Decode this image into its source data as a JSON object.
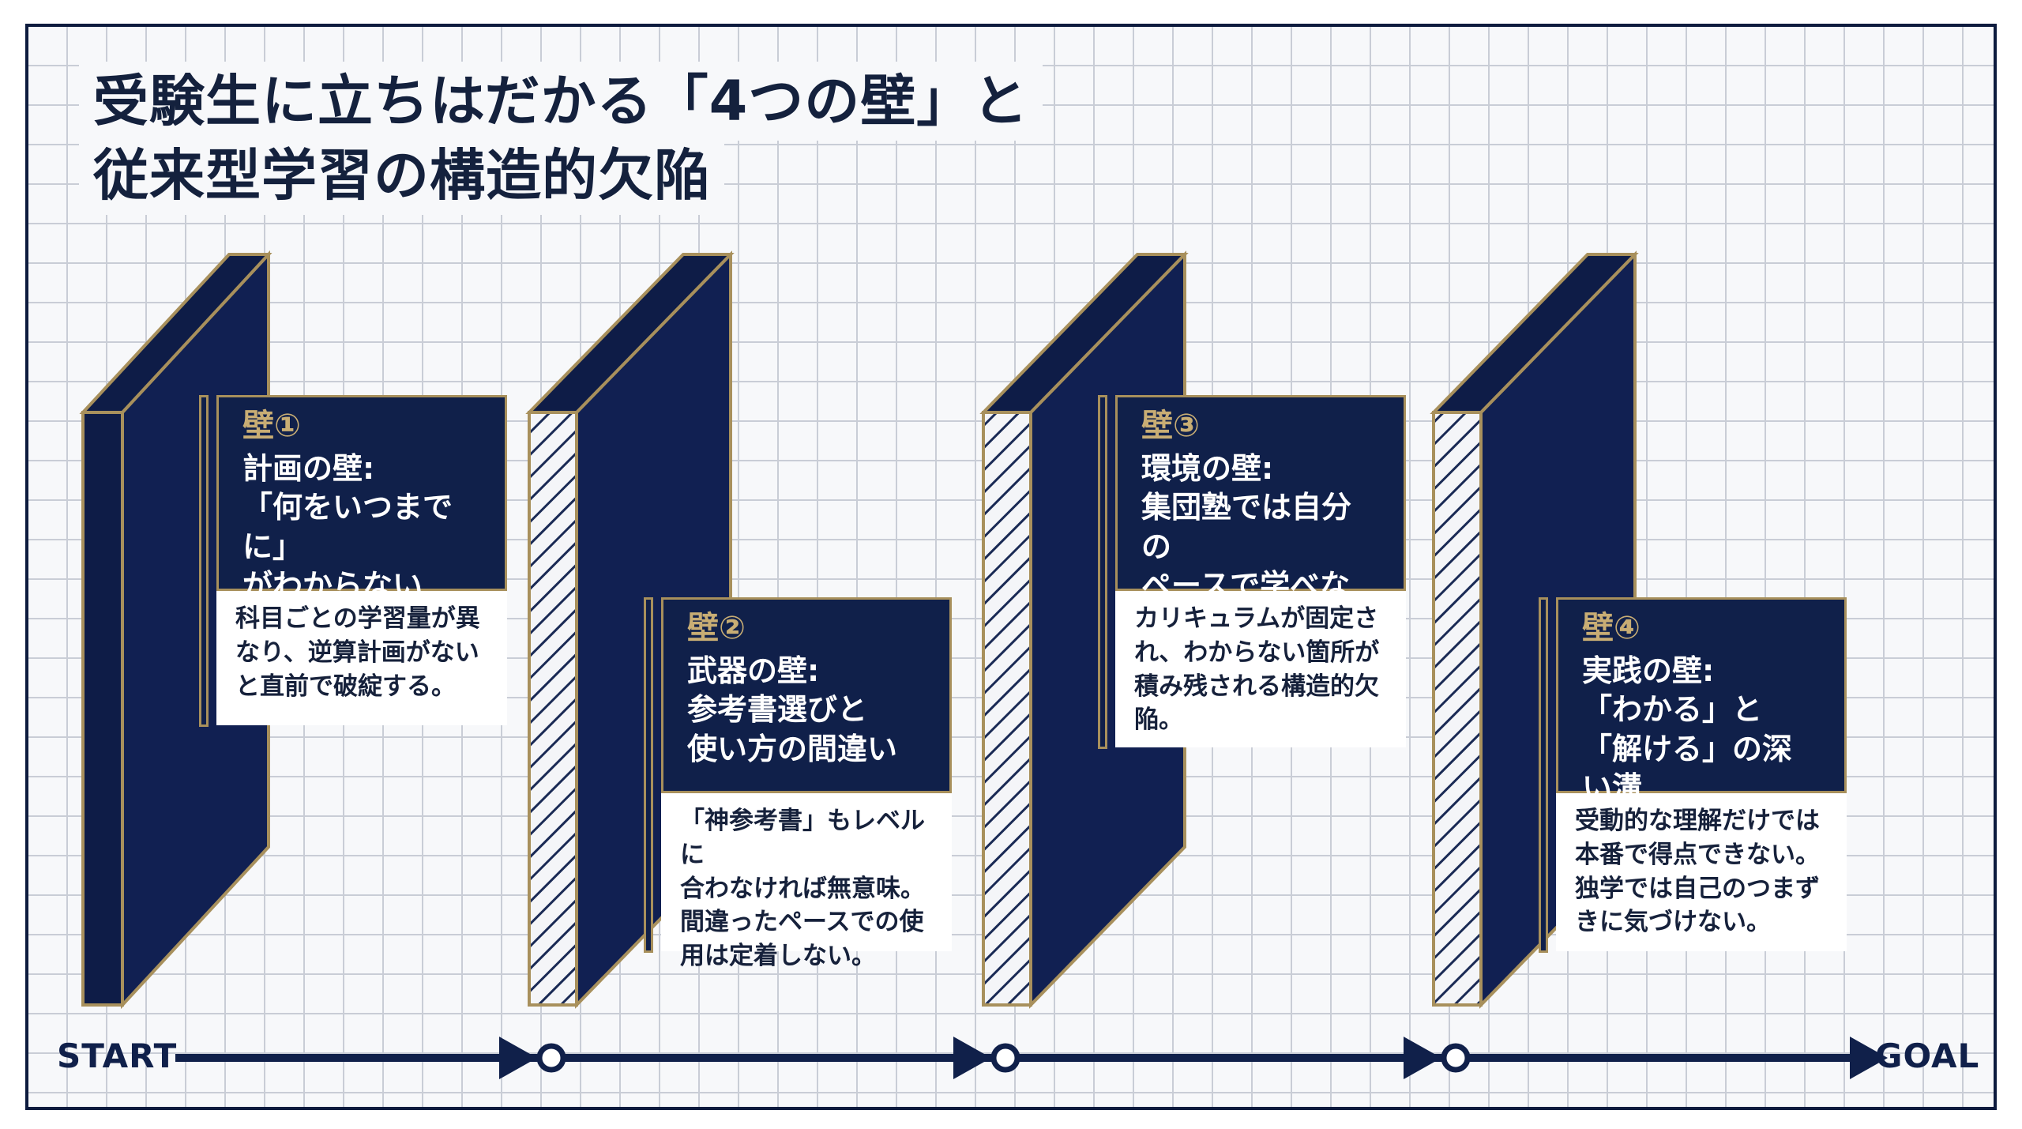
{
  "title": {
    "line1": "受験生に立ちはだかる「4つの壁」と",
    "line2": "従来型学習の構造的欠陥"
  },
  "walls": [
    {
      "number": "壁①",
      "title": "計画の壁:\n「何をいつまでに」\nがわからない",
      "description": "科目ごとの学習量が異\nなり、逆算計画がない\nと直前で破綻する。"
    },
    {
      "number": "壁②",
      "title": "武器の壁:\n参考書選びと\n使い方の間違い",
      "description": "「神参考書」もレベルに\n合わなければ無意味。\n間違ったペースでの使\n用は定着しない。"
    },
    {
      "number": "壁③",
      "title": "環境の壁:\n集団塾では自分の\nペースで学べない",
      "description": "カリキュラムが固定さ\nれ、わからない箇所が\n積み残される構造的欠\n陥。"
    },
    {
      "number": "壁④",
      "title": "実践の壁:\n「わかる」と\n「解ける」の深い溝",
      "description": "受動的な理解だけでは\n本番で得点できない。\n独学では自己のつまず\nきに気づけない。"
    }
  ],
  "timeline": {
    "start": "START",
    "goal": "GOAL"
  },
  "colors": {
    "navy": "#10204a",
    "gold": "#a8905c",
    "grid": "#c9cdd6",
    "text": "#16213b"
  }
}
